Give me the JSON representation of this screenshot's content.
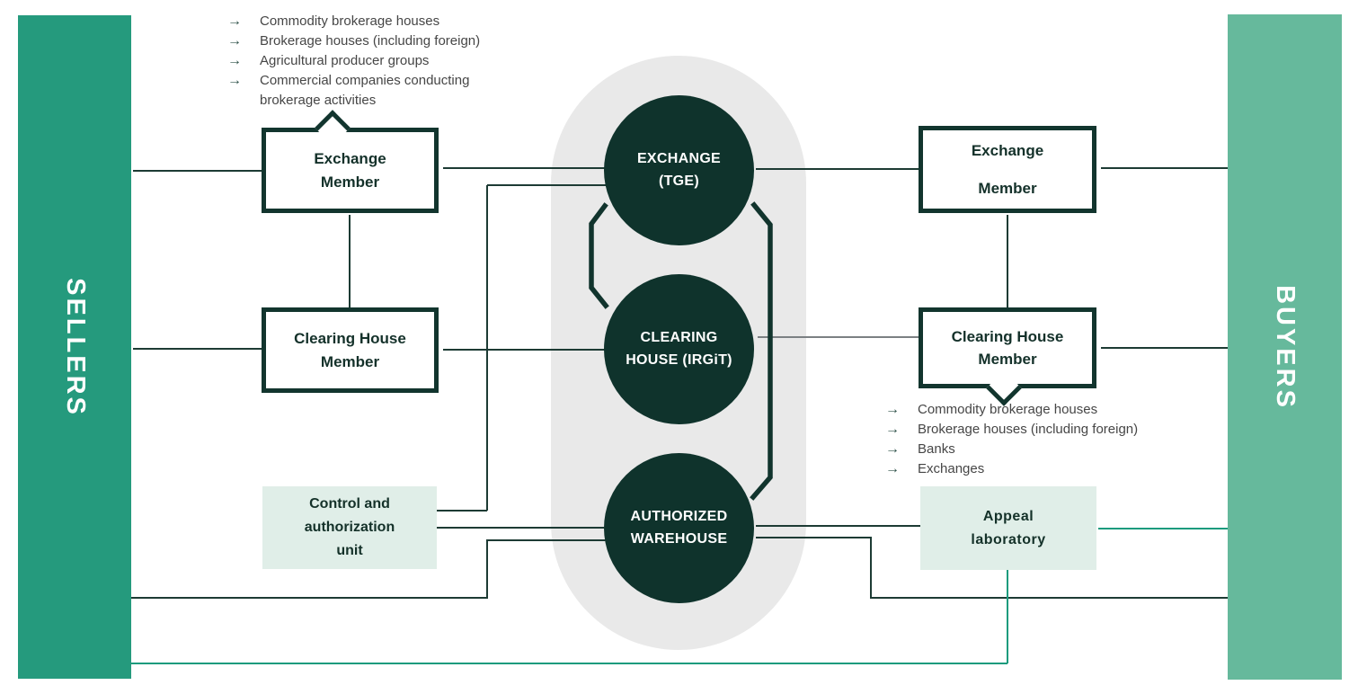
{
  "left_bar": {
    "label": "SELLERS",
    "color": "#259a7d"
  },
  "right_bar": {
    "label": "BUYERS",
    "color": "#66b99c"
  },
  "icons": {
    "arrow": "→"
  },
  "seller_list": {
    "items": [
      "Commodity brokerage houses",
      "Brokerage houses (including foreign)",
      "Agricultural producer groups",
      "Commercial companies conducting brokerage activities"
    ]
  },
  "buyer_list": {
    "items": [
      "Commodity brokerage houses",
      "Brokerage houses (including foreign)",
      "Banks",
      "Exchanges"
    ]
  },
  "center": {
    "exchange_circle": "EXCHANGE (TGE)",
    "clearing_circle": "CLEARING HOUSE (IRGiT)",
    "warehouse_circle": "AUTHORIZED WAREHOUSE"
  },
  "left_column": {
    "exchange_member": "Exchange Member",
    "clearing_member": "Clearing House Member",
    "control_unit": "Control and authorization unit"
  },
  "right_column": {
    "exchange_member": "Exchange Member",
    "clearing_member": "Clearing House Member",
    "appeal_lab": "Appeal laboratory"
  },
  "colors": {
    "dark_teal": "#0f332c",
    "mint": "#e0eee8",
    "pill_gray": "#e9e9e9",
    "line_dark": "#1d3b34",
    "line_gray": "#7b8083",
    "line_teal": "#1a9b7d"
  }
}
